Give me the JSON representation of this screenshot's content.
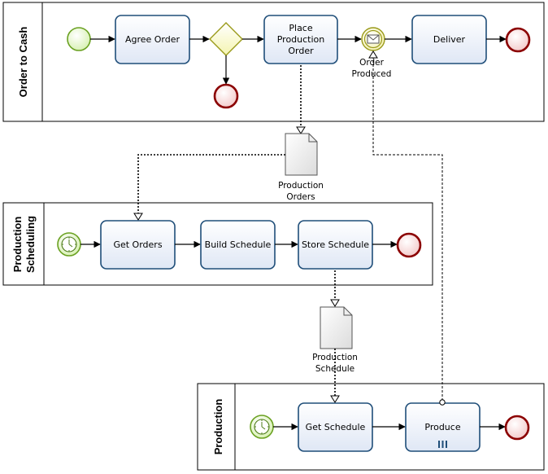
{
  "pools": [
    {
      "id": "order_to_cash",
      "title": "Order to Cash"
    },
    {
      "id": "production_scheduling",
      "title_lines": [
        "Production",
        "Scheduling"
      ]
    },
    {
      "id": "production",
      "title": "Production"
    }
  ],
  "tasks": {
    "agree_order": "Agree Order",
    "place_production_order": [
      "Place",
      "Production",
      "Order"
    ],
    "deliver": "Deliver",
    "get_orders": "Get Orders",
    "build_schedule": "Build Schedule",
    "store_schedule": "Store Schedule",
    "get_schedule": "Get Schedule",
    "produce": "Produce"
  },
  "events": {
    "order_produced": [
      "Order",
      "Produced"
    ]
  },
  "data_objects": {
    "production_orders": [
      "Production",
      "Orders"
    ],
    "production_schedule": [
      "Production",
      "Schedule"
    ]
  },
  "colors": {
    "task_border": "#1f4e79",
    "start_event": "#6aa121",
    "end_event": "#8b0000",
    "gateway": "#9a9a1a",
    "multi_instance_marker": "#1f4e79"
  },
  "icons": {
    "timer": "timer-icon",
    "message": "envelope-icon",
    "multi_instance": "parallel-bars-icon"
  }
}
